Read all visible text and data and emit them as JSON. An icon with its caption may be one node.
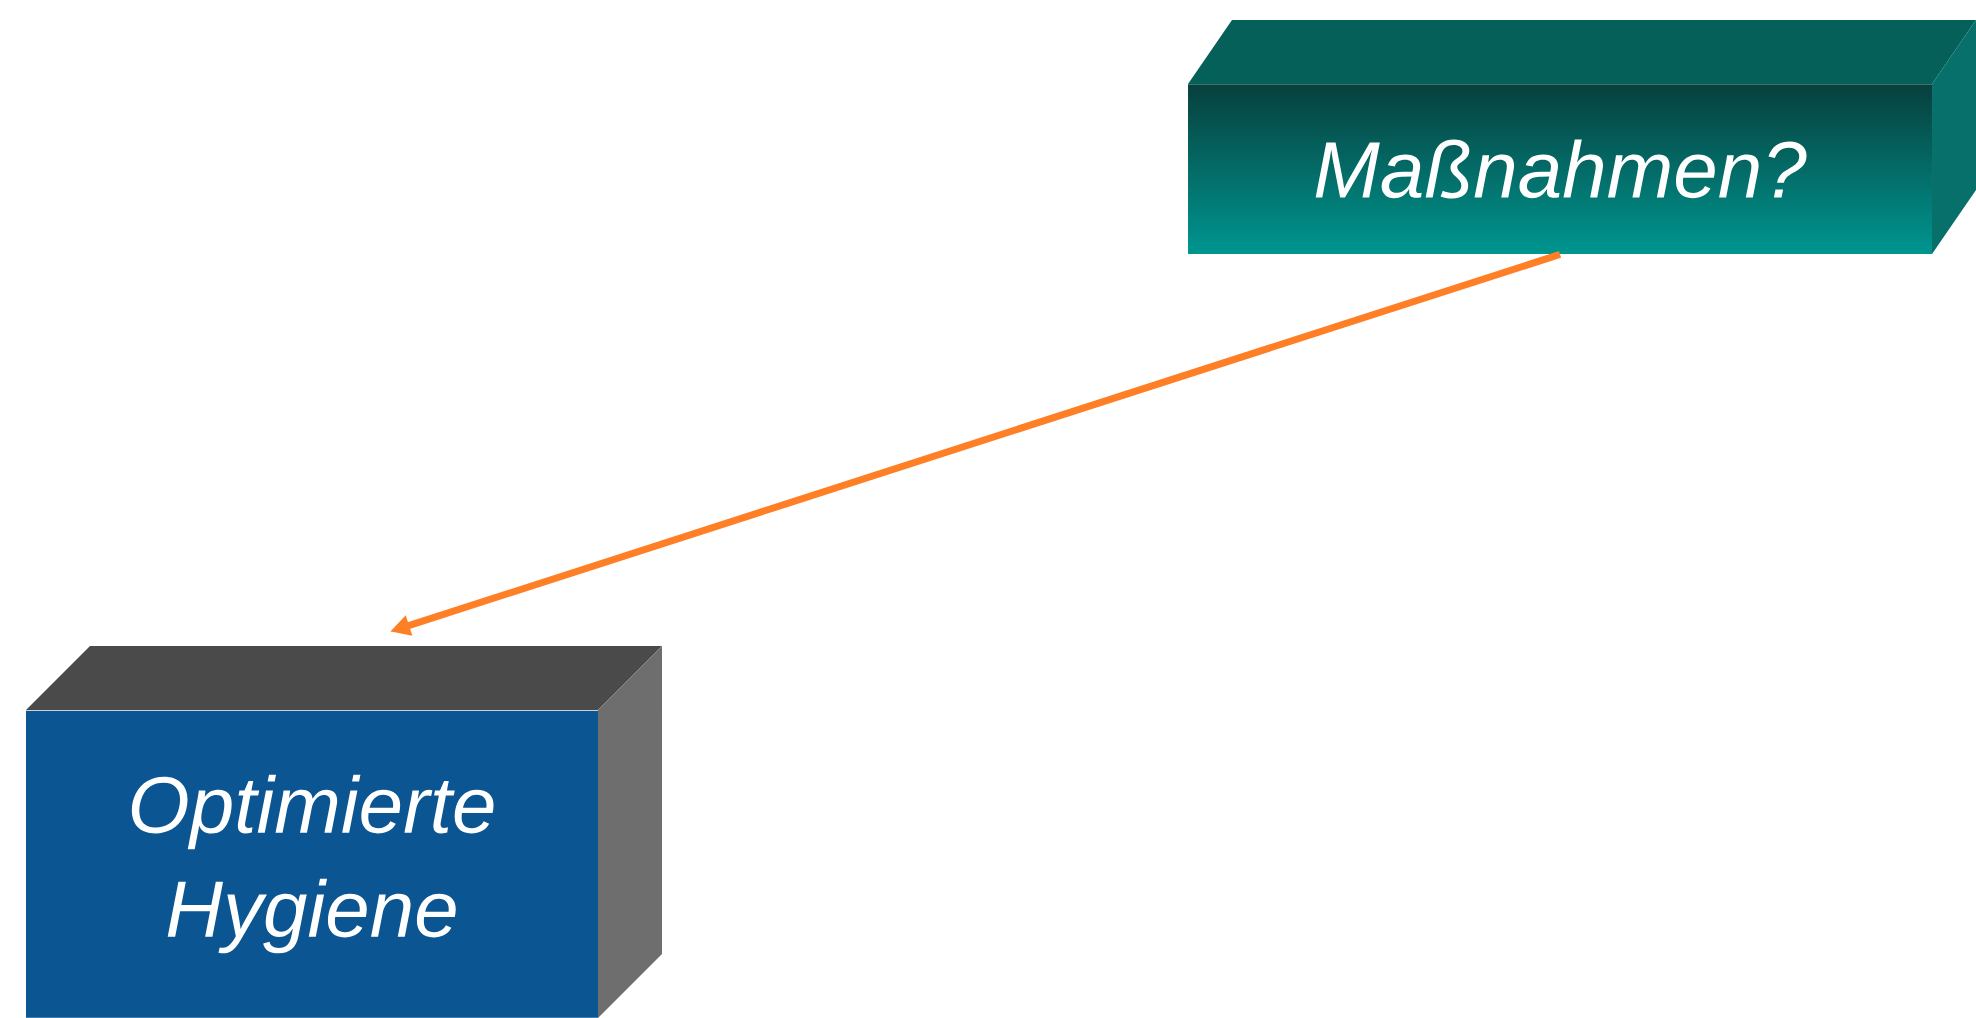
{
  "diagram": {
    "nodes": [
      {
        "text": [
          "Maßnahmen?"
        ]
      },
      {
        "text": [
          "Optimierte Hygiene"
        ]
      }
    ],
    "edges": [
      {
        "from": 0,
        "to": 1,
        "arrow": "to"
      }
    ]
  }
}
